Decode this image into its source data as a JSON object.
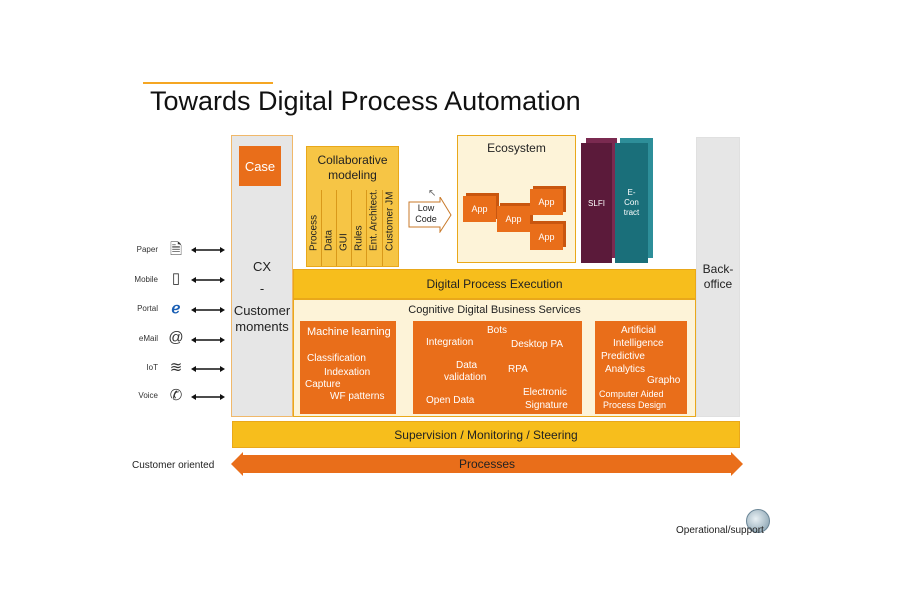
{
  "title": "Towards Digital Process Automation",
  "channels": [
    {
      "label": "Paper",
      "icon": "document-icon",
      "glyph": "🗎"
    },
    {
      "label": "Mobile",
      "icon": "mobile-icon",
      "glyph": "▯"
    },
    {
      "label": "Portal",
      "icon": "browser-icon",
      "glyph": "ℯ"
    },
    {
      "label": "eMail",
      "icon": "at-icon",
      "glyph": "@"
    },
    {
      "label": "IoT",
      "icon": "wireless-icon",
      "glyph": "≋"
    },
    {
      "label": "Voice",
      "icon": "phone-icon",
      "glyph": "✆"
    }
  ],
  "cx": {
    "case": "Case",
    "line1": "CX",
    "line2": "-",
    "line3": "Customer",
    "line4": "moments"
  },
  "backoffice": {
    "line1": "Back-",
    "line2": "office"
  },
  "collab": {
    "title1": "Collaborative",
    "title2": "modeling",
    "columns": [
      "Process",
      "Data",
      "GUI",
      "Rules",
      "Ent. Architect.",
      "Customer JM"
    ]
  },
  "lowcode": {
    "line1": "Low",
    "line2": "Code"
  },
  "ecosystem": {
    "title": "Ecosystem",
    "apps": [
      "App",
      "App",
      "App",
      "App"
    ]
  },
  "slfi": "SLFI",
  "econtract": {
    "line1": "E-",
    "line2": "Con",
    "line3": "tract"
  },
  "execution": "Digital Process Execution",
  "cognitive": {
    "title": "Cognitive Digital Business Services",
    "ml": {
      "title": "Machine learning",
      "items": [
        "Classification",
        "Indexation",
        "Capture",
        "WF patterns"
      ]
    },
    "bots": {
      "title": "Bots",
      "integration": "Integration",
      "desktop": "Desktop PA",
      "data1": "Data",
      "data2": "validation",
      "rpa": "RPA",
      "opendata": "Open Data",
      "esig1": "Electronic",
      "esig2": "Signature"
    },
    "ai": {
      "title1": "Artificial",
      "title2": "Intelligence",
      "pred1": "Predictive",
      "pred2": "Analytics",
      "grapho": "Grapho",
      "cap1": "Computer Aided",
      "cap2": "Process Design"
    }
  },
  "supervision": "Supervision / Monitoring / Steering",
  "processes": "Processes",
  "customer_oriented": "Customer oriented",
  "operational": "Operational/support",
  "colors": {
    "orange": "#e96e1a",
    "yellow": "#f7be1c",
    "cream": "#fdf3d8",
    "plum": "#5b1a3a",
    "teal": "#1a6f7a"
  }
}
